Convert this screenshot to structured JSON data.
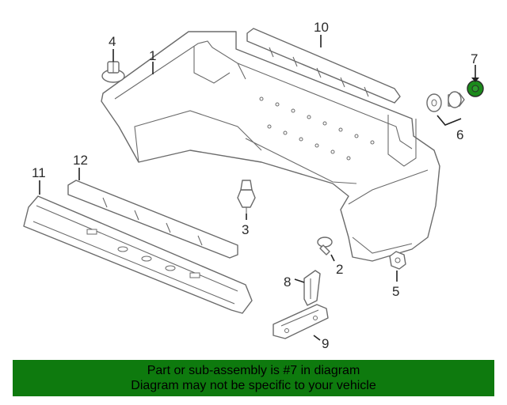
{
  "callouts": {
    "c1": "1",
    "c2": "2",
    "c3": "3",
    "c4": "4",
    "c5": "5",
    "c6": "6",
    "c7": "7",
    "c8": "8",
    "c9": "9",
    "c10": "10",
    "c11": "11",
    "c12": "12"
  },
  "highlight_color": "#1b8a1b",
  "banner": {
    "line1": "Part or sub-assembly is #7 in diagram",
    "line2": "Diagram may not be specific to your vehicle",
    "color": "#0e7a0e"
  }
}
